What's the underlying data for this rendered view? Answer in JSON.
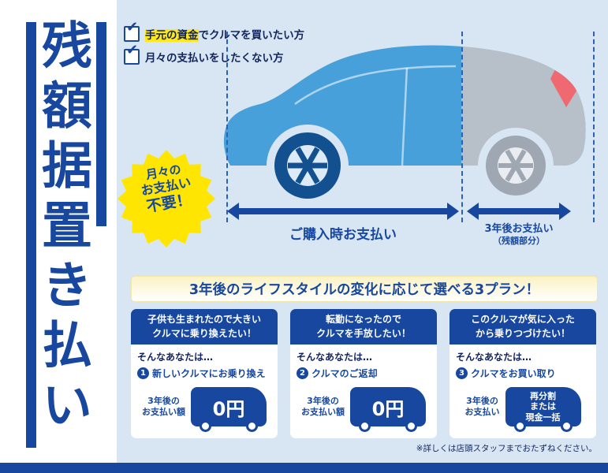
{
  "title": {
    "vertical": "残額据置き払い"
  },
  "checklist": [
    {
      "highlight": "手元の資金",
      "rest": "でクルマを買いたい方"
    },
    {
      "highlight": "",
      "rest": "月々の支払いをしたくない方"
    }
  ],
  "burst": {
    "line1": "月々の",
    "line2": "お支払い",
    "line3": "不要！"
  },
  "timeline": {
    "purchase_label": "ご購入時お支払い",
    "later_label": "3年後お支払い",
    "later_note": "（残額部分）"
  },
  "banner": {
    "text": "3年後のライフスタイルの変化に応じて選べる3プラン！"
  },
  "plans": [
    {
      "header_line1": "子供も生まれたので大きい",
      "header_line2": "クルマに乗り換えたい！",
      "lead": "そんなあなたは…",
      "number": "1",
      "action": "新しいクルマにお乗り換え",
      "price_label1": "3年後の",
      "price_label2": "お支払い額",
      "van_text": "0円"
    },
    {
      "header_line1": "転勤になったので",
      "header_line2": "クルマを手放したい！",
      "lead": "そんなあなたは…",
      "number": "2",
      "action": "クルマのご返却",
      "price_label1": "3年後の",
      "price_label2": "お支払い額",
      "van_text": "0円"
    },
    {
      "header_line1": "このクルマが気に入った",
      "header_line2": "から乗りつづけたい！",
      "lead": "そんなあなたは…",
      "number": "3",
      "action": "クルマをお買い取り",
      "price_label1": "3年後の",
      "price_label2": "お支払い",
      "van_line1": "再分割",
      "van_line2": "または",
      "van_line3": "現金一括"
    }
  ],
  "footer": {
    "note": "※詳しくは店頭スタッフまでおたずねください。"
  },
  "colors": {
    "primary_blue": "#17479e",
    "background_blue": "#d8e6f3",
    "highlight_yellow": "#ffe81a",
    "burst_yellow": "#ffe602",
    "car_blue": "#47a0d9",
    "car_gray": "#b7bfc8",
    "taillight_red": "#ee6a70"
  }
}
